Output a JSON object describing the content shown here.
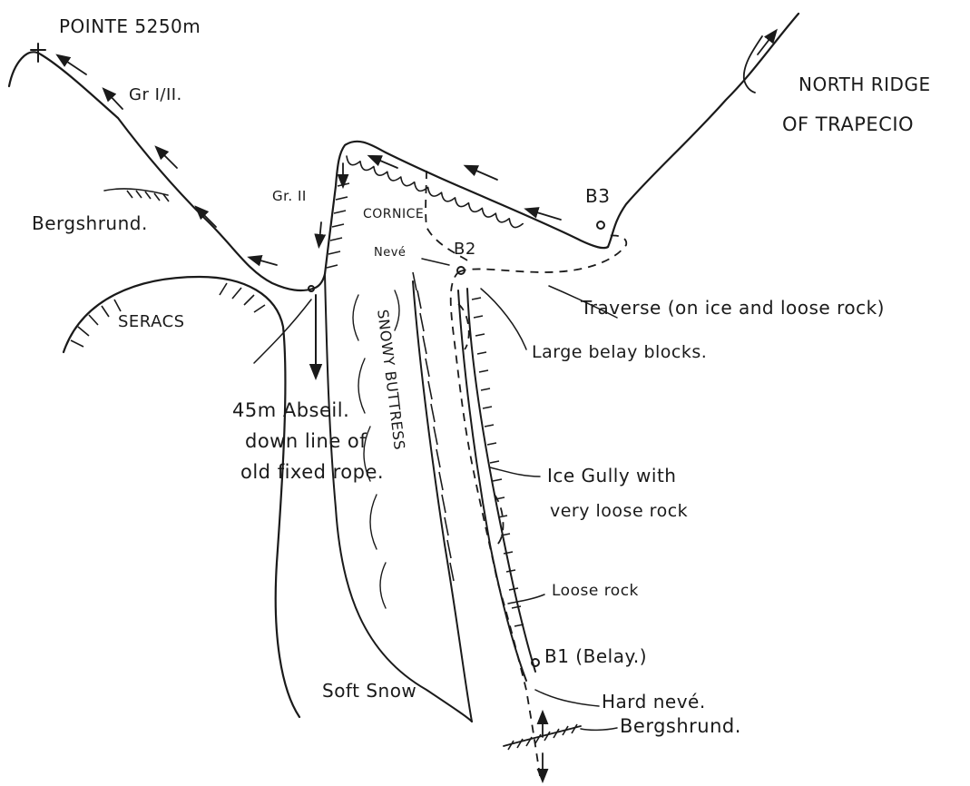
{
  "labels": {
    "summit": "POINTE 5250m",
    "north_ridge_line1": "NORTH RIDGE",
    "north_ridge_line2": "OF TRAPECIO",
    "grade_upper": "Gr I/II.",
    "grade_lower": "Gr. II",
    "bergschrund_upper": "Bergshrund.",
    "cornice": "CORNICE",
    "neve": "Nevé",
    "b3": "B3",
    "b2": "B2",
    "traverse": "Traverse (on ice and loose rock)",
    "large_belay": "Large belay blocks.",
    "seracs": "SERACS",
    "abseil_line1": "45m Abseil.",
    "abseil_line2": "down line of",
    "abseil_line3": "old fixed rope.",
    "snowy_buttress": "SNOWY BUTTRESS",
    "ice_gully_line1": "Ice Gully with",
    "ice_gully_line2": "very loose rock",
    "loose_rock": "Loose rock",
    "b1": "B1 (Belay.)",
    "hard_neve": "Hard nevé.",
    "soft_snow": "Soft Snow",
    "bergschrund_lower": "Bergshrund."
  },
  "colors": {
    "ink": "#1a1a1a",
    "paper": "#ffffff"
  }
}
